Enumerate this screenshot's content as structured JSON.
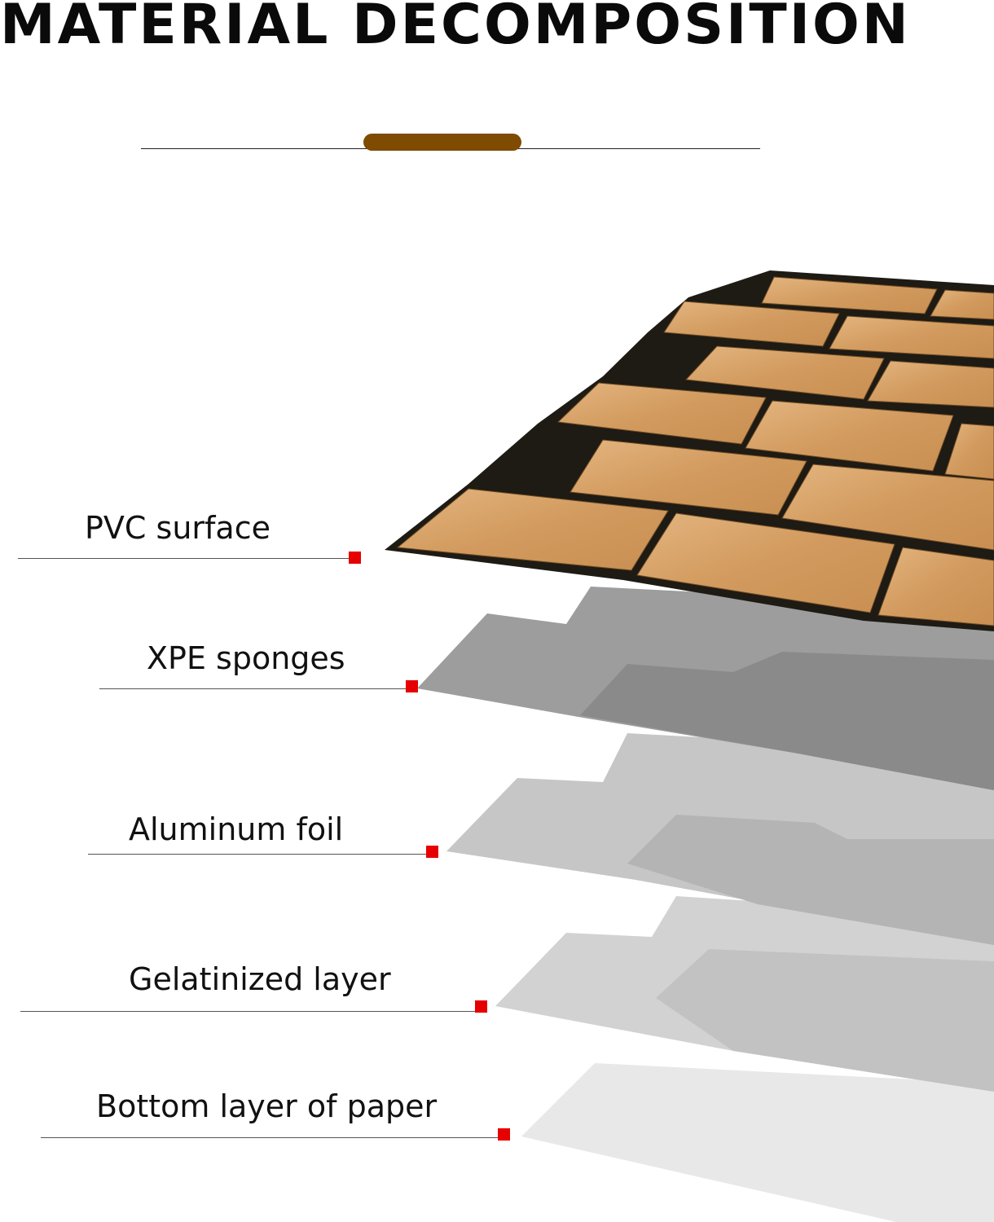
{
  "title": "MATERIAL DECOMPOSITION",
  "colors": {
    "accent": "#7f4b00",
    "marker": "#e60000",
    "tile": "#d9a56a",
    "grout": "#1e1a14"
  },
  "layers": [
    {
      "label": "PVC surface"
    },
    {
      "label": "XPE sponges"
    },
    {
      "label": "Aluminum foil"
    },
    {
      "label": "Gelatinized layer"
    },
    {
      "label": "Bottom layer of paper"
    }
  ]
}
